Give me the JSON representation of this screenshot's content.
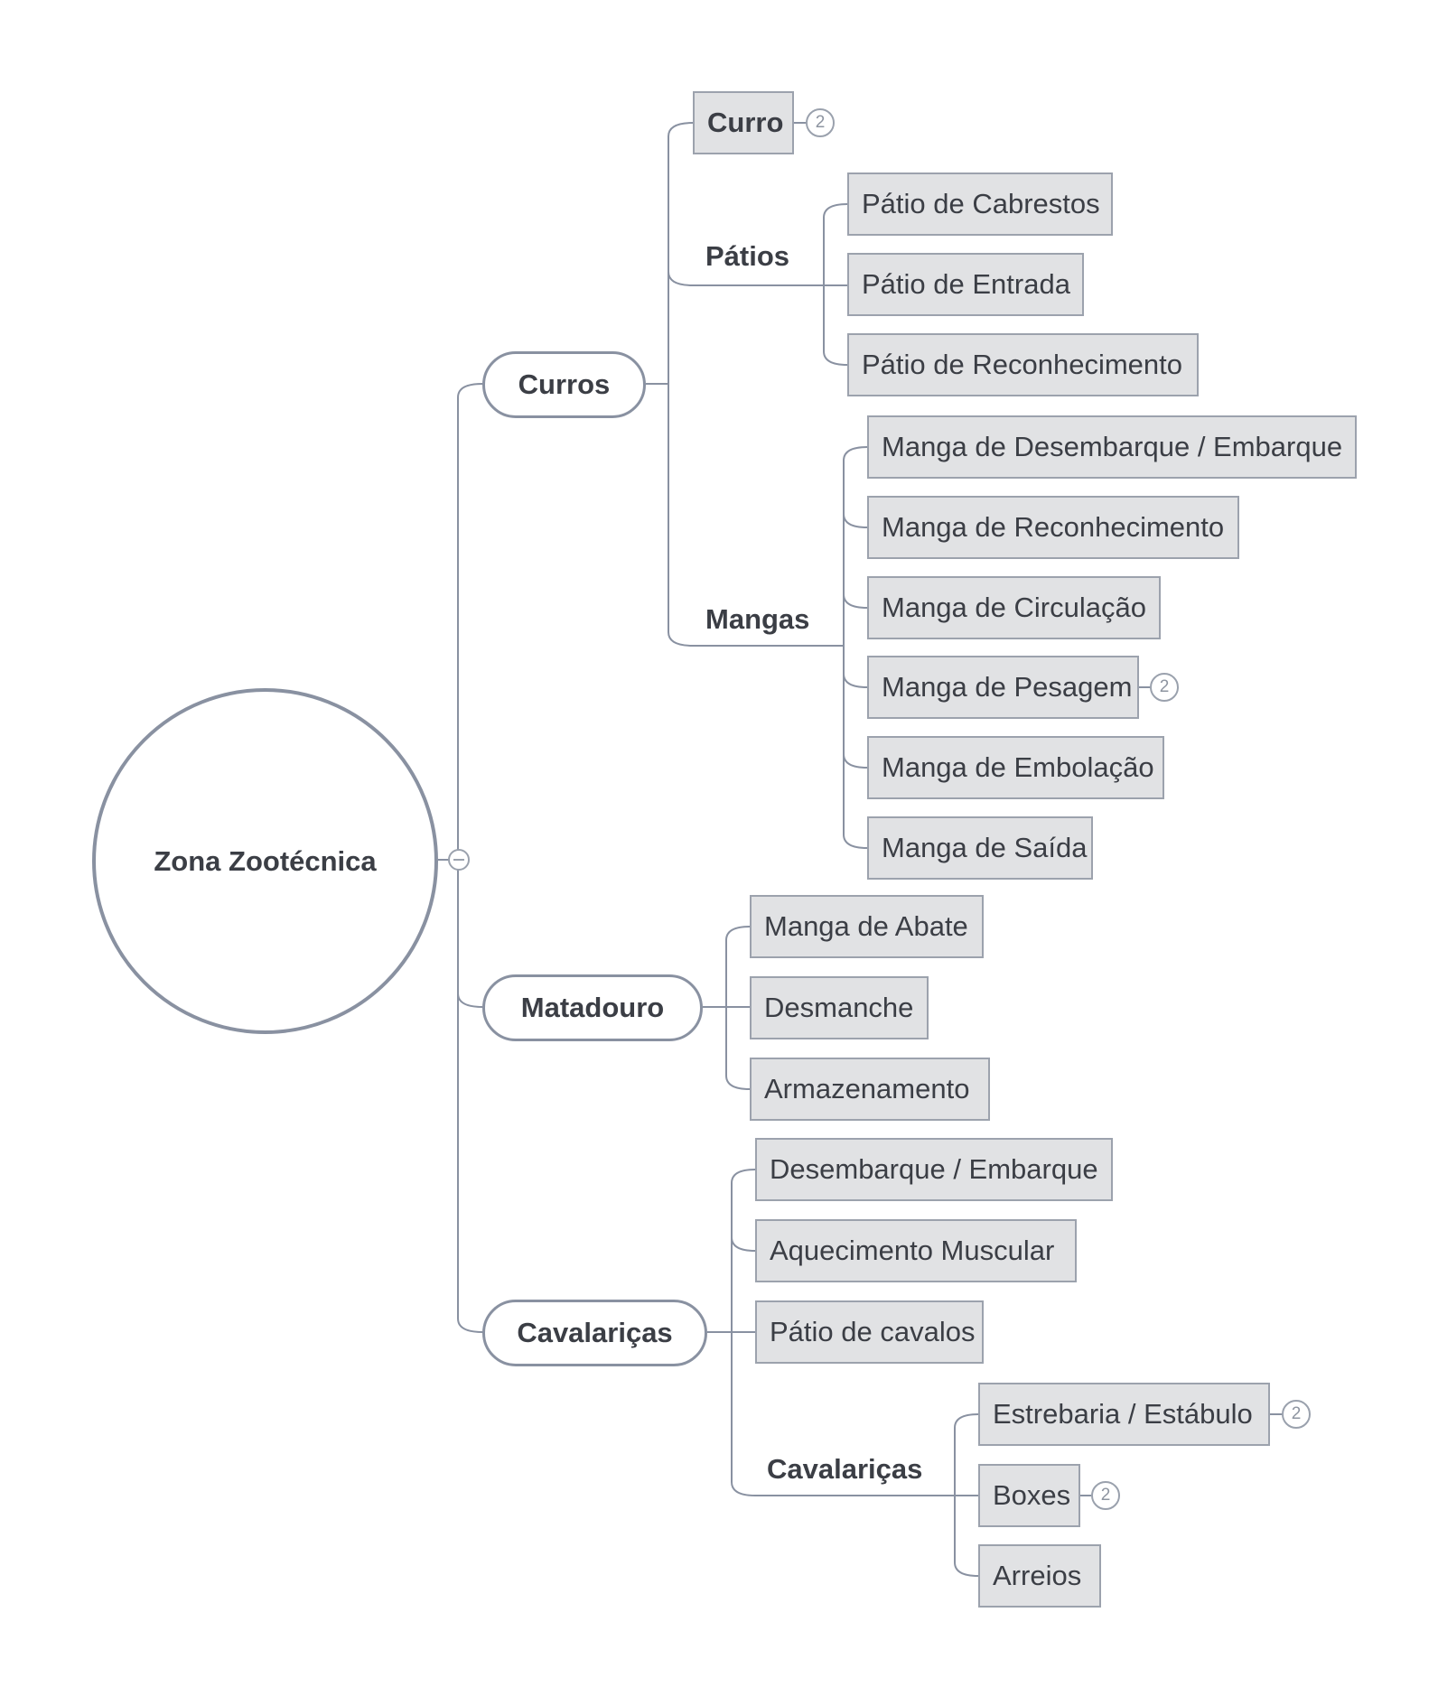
{
  "root": {
    "label": "Zona Zootécnica"
  },
  "branches": {
    "curros": {
      "label": "Curros",
      "curro": {
        "label": "Curro",
        "badge": "2"
      },
      "patios": {
        "label": "Pátios",
        "items": [
          "Pátio de Cabrestos",
          "Pátio de Entrada",
          "Pátio de Reconhecimento"
        ]
      },
      "mangas": {
        "label": "Mangas",
        "items": [
          "Manga de Desembarque / Embarque",
          "Manga de Reconhecimento",
          "Manga de Circulação",
          "Manga de Pesagem",
          "Manga de Embolação",
          "Manga de Saída"
        ],
        "pesagem_badge": "2"
      }
    },
    "matadouro": {
      "label": "Matadouro",
      "items": [
        "Manga de Abate",
        "Desmanche",
        "Armazenamento"
      ]
    },
    "cavalaricas": {
      "label": "Cavalariças",
      "items": [
        "Desembarque / Embarque",
        "Aquecimento Muscular",
        "Pátio de cavalos"
      ],
      "sub": {
        "label": "Cavalariças",
        "items": [
          "Estrebaria / Estábulo",
          "Boxes",
          "Arreios"
        ],
        "estrebaria_badge": "2",
        "boxes_badge": "2"
      }
    }
  },
  "colors": {
    "line": "#8991a1",
    "box_fill": "#e1e2e4",
    "text": "#3b3e45"
  }
}
